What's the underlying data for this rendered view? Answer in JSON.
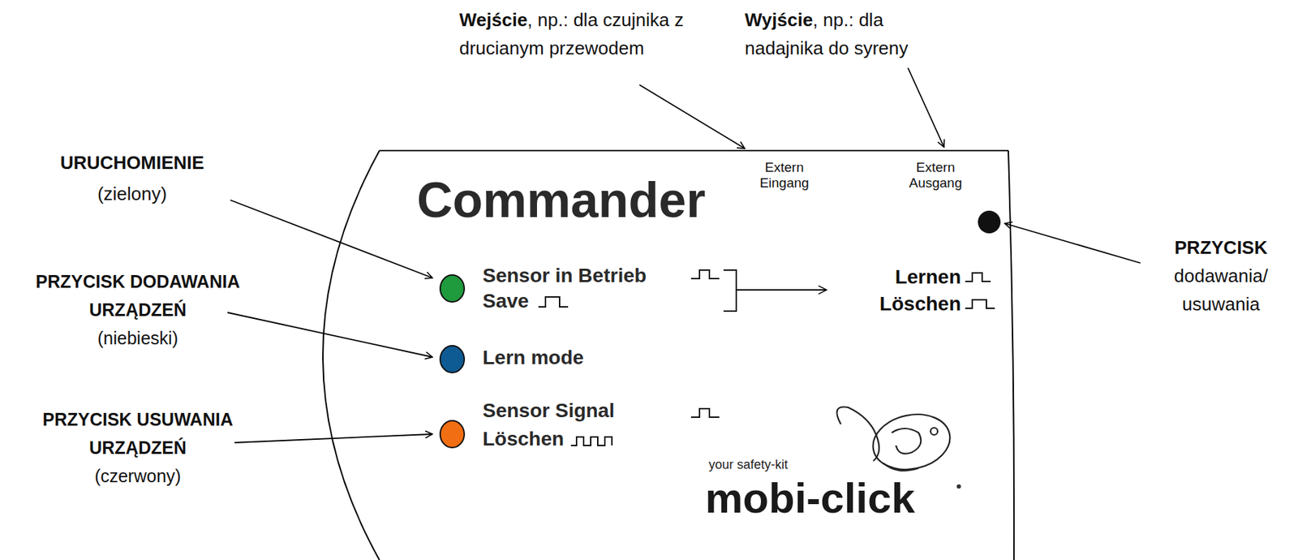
{
  "diagram": {
    "labels": [
      "Wejście",
      ", np.: dla czujnika z drucianym przewodem",
      "Wyjście",
      ", np.: dla nadajnika do syreny",
      "URUCHOMIENIE",
      "(zielony)",
      "PRZYCISK DODAWANIA URZĄDZEŃ",
      "(niebieski)",
      "PRZYCISK USUWANIA URZĄDZEŃ",
      "(czerwony)",
      "PRZYCISK",
      "dodawania/ usuwania",
      "Commander",
      "Extern Eingang",
      "Extern Ausgang",
      "Sensor in Betrieb",
      "Save",
      "Lernen",
      "Löschen",
      "Lern mode",
      "Sensor Signal",
      "Löschen",
      "your safety-kit",
      "mobi-click"
    ]
  }
}
